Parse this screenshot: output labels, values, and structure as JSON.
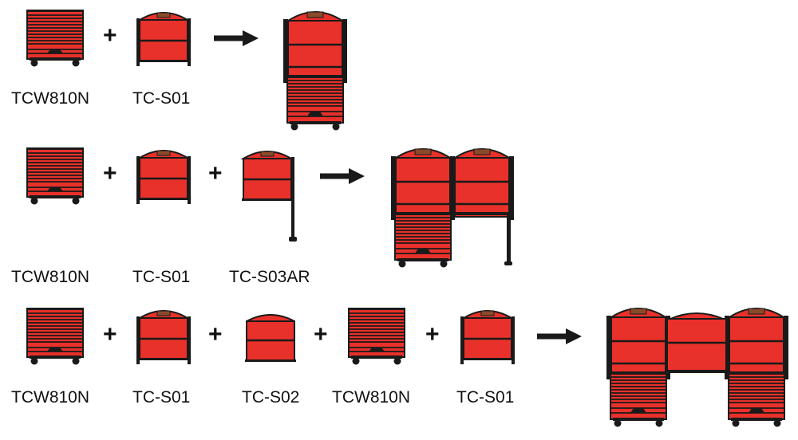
{
  "colors": {
    "red": "#e8312a",
    "outline": "#1a1a1a",
    "background": "#ffffff"
  },
  "icons": [
    "drawer-cabinet-icon",
    "top-chest-icon",
    "side-cabinet-icon",
    "bridge-cabinet-icon",
    "plus-icon",
    "arrow-right-icon"
  ],
  "rows": [
    {
      "operators": [
        "+"
      ],
      "items": [
        {
          "label": "TCW810N",
          "icon": "drawer-cabinet-icon"
        },
        {
          "label": "TC-S01",
          "icon": "top-chest-icon"
        }
      ],
      "result_icon": "assembled-workstation-icon"
    },
    {
      "operators": [
        "+",
        "+"
      ],
      "items": [
        {
          "label": "TCW810N",
          "icon": "drawer-cabinet-icon"
        },
        {
          "label": "TC-S01",
          "icon": "top-chest-icon"
        },
        {
          "label": "TC-S03AR",
          "icon": "side-cabinet-icon"
        }
      ],
      "result_icon": "assembled-workstation-icon"
    },
    {
      "operators": [
        "+",
        "+",
        "+",
        "+"
      ],
      "items": [
        {
          "label": "TCW810N",
          "icon": "drawer-cabinet-icon"
        },
        {
          "label": "TC-S01",
          "icon": "top-chest-icon"
        },
        {
          "label": "TC-S02",
          "icon": "bridge-cabinet-icon"
        },
        {
          "label": "TCW810N",
          "icon": "drawer-cabinet-icon"
        },
        {
          "label": "TC-S01",
          "icon": "top-chest-icon"
        }
      ],
      "result_icon": "assembled-workstation-icon"
    }
  ]
}
